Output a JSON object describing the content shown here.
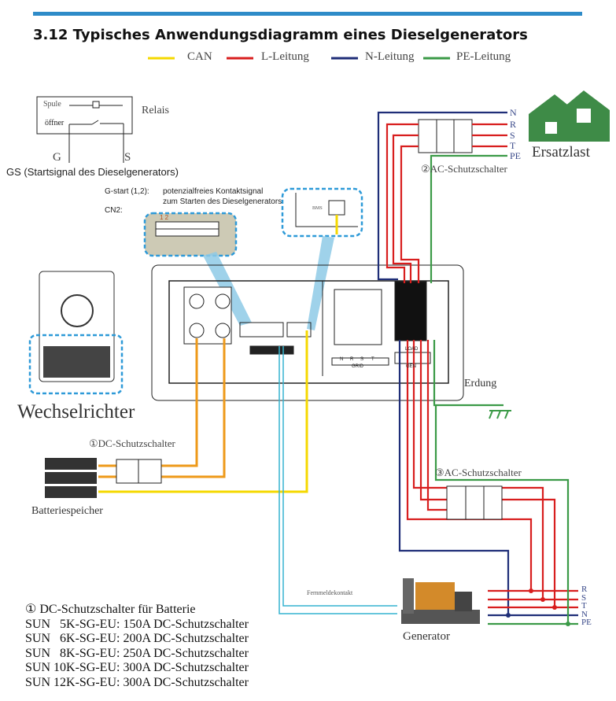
{
  "title": "3.12 Typisches Anwendungsdiagramm eines Dieselgenerators",
  "legend": [
    {
      "label": "CAN",
      "color": "#f5d800"
    },
    {
      "label": "L-Leitung",
      "color": "#d81e1e"
    },
    {
      "label": "N-Leitung",
      "color": "#1f2e78"
    },
    {
      "label": "PE-Leitung",
      "color": "#3b9a47"
    }
  ],
  "relay": {
    "coil": "Spule",
    "contact": "öffner",
    "label": "Relais",
    "g": "G",
    "s": "S",
    "caption": "GS (Startsignal des Dieselgenerators)"
  },
  "gstart": {
    "label": "G-start (1,2):",
    "desc1": "potenzialfreies Kontaktsignal",
    "desc2": "zum Starten des Dieselgenerators",
    "cn2": "CN2:",
    "pins": "1 2"
  },
  "bms": "BMS",
  "inverter": {
    "label": "Wechselrichter",
    "grid": "GRID",
    "load": "LOAD",
    "gen": "GEN",
    "grid_terms": [
      "N",
      "R",
      "S",
      "T"
    ]
  },
  "dc_breaker": "①DC-Schutzschalter",
  "battery": "Batteriespeicher",
  "ac_breaker_2": "②AC-Schutzschalter",
  "ac_breaker_3": "③AC-Schutzschalter",
  "load_lines": [
    "N",
    "R",
    "S",
    "T",
    "PE"
  ],
  "backup_load": "Ersatzlast",
  "earth": "Erdung",
  "remote": "Fernmeldekontakt",
  "generator": "Generator",
  "gen_lines": [
    "R",
    "S",
    "T",
    "N",
    "PE"
  ],
  "notes": [
    "① DC-Schutzschalter für Batterie",
    "SUN   5K-SG-EU: 150A DC-Schutzschalter",
    "SUN   6K-SG-EU: 200A DC-Schutzschalter",
    "SUN   8K-SG-EU: 250A DC-Schutzschalter",
    "SUN 10K-SG-EU: 300A DC-Schutzschalter",
    "SUN 12K-SG-EU: 300A DC-Schutzschalter"
  ]
}
